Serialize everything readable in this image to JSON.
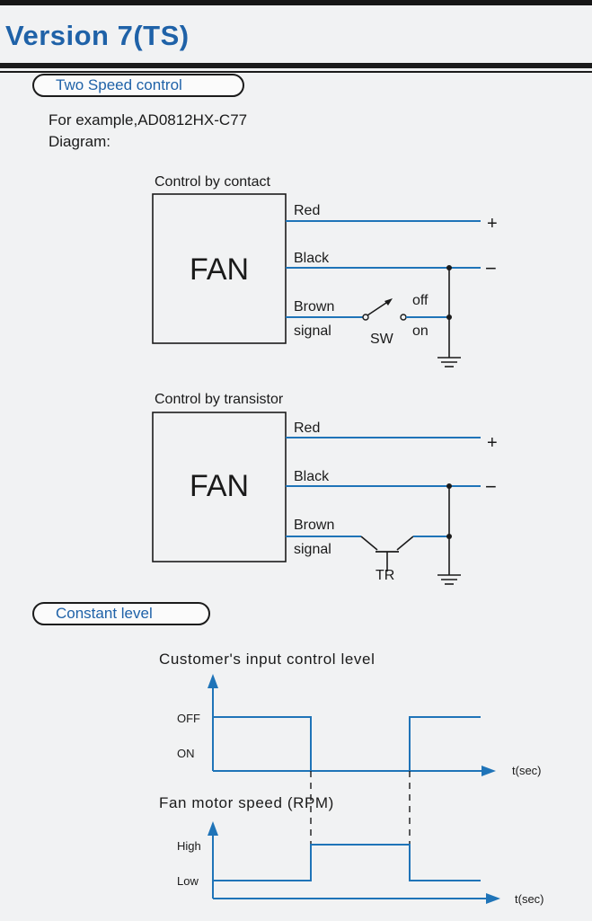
{
  "title": "Version 7(TS)",
  "sections": {
    "two_speed": "Two Speed control",
    "constant": "Constant level"
  },
  "intro": {
    "example": "For example,AD0812HX-C77",
    "diagram": "Diagram:"
  },
  "contact_diagram": {
    "heading": "Control by contact",
    "fan": "FAN",
    "red": "Red",
    "black": "Black",
    "brown": "Brown",
    "signal": "signal",
    "off": "off",
    "on": "on",
    "sw": "SW",
    "plus": "+",
    "minus": "−"
  },
  "transistor_diagram": {
    "heading": "Control by transistor",
    "fan": "FAN",
    "red": "Red",
    "black": "Black",
    "brown": "Brown",
    "signal": "signal",
    "tr": "TR",
    "plus": "+",
    "minus": "−"
  },
  "timing": {
    "input_title": "Customer's input control level",
    "off": "OFF",
    "on": "ON",
    "t_axis_1": "t(sec)",
    "speed_title": "Fan motor speed (RPM)",
    "high": "High",
    "low": "Low",
    "t_axis_2": "t(sec)"
  },
  "colors": {
    "title_blue": "#1f62a8",
    "line_blue": "#1f74b8",
    "black": "#1b1b1b"
  }
}
